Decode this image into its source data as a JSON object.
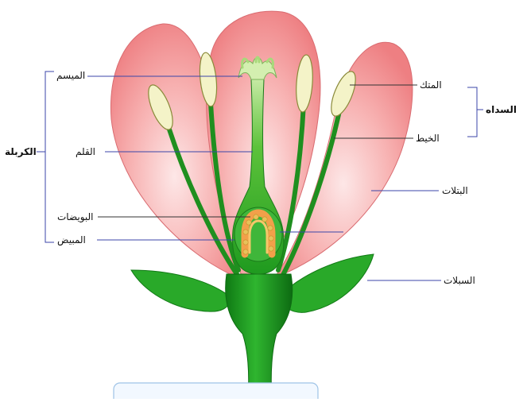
{
  "diagram": {
    "labels": {
      "stigma": "الميسم",
      "style": "القلم",
      "ovules": "البويضات",
      "ovary": "المبيض",
      "carpel": "الكربلة",
      "anther": "المتك",
      "filament": "الخيط",
      "stamen": "السداه",
      "petals": "البتلات",
      "sepals": "السبلات"
    },
    "colors": {
      "petal_fill": "#f08a8a",
      "petal_light": "#fde2e2",
      "stem_green": "#1f9a1f",
      "stem_dark": "#0d6b12",
      "anther": "#f3f2c4",
      "ovule_orange": "#f2a04a",
      "line_blue": "#3b46a8",
      "line_black": "#222222"
    }
  }
}
